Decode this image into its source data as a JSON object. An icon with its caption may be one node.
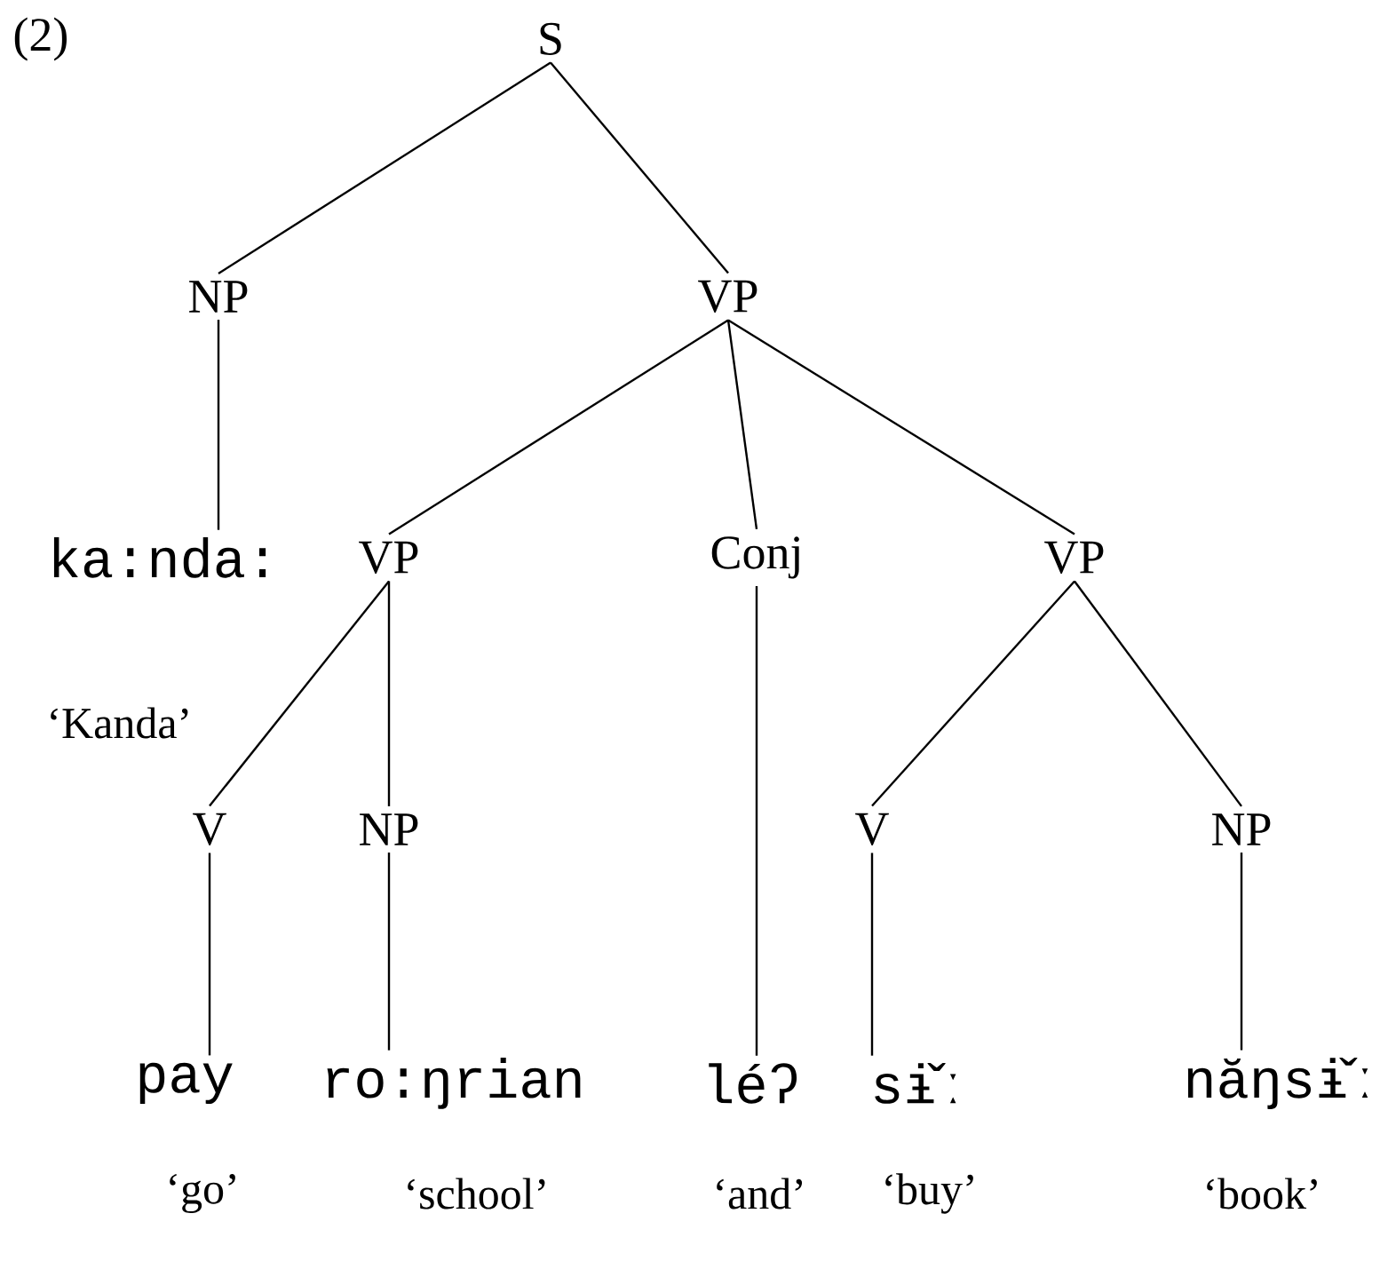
{
  "diagram": {
    "nodes": [
      {
        "text": [
          "S"
        ]
      },
      {
        "text": [
          "NP"
        ]
      },
      {
        "text": [
          "VP"
        ]
      },
      {
        "text": [
          "ka:nda:"
        ]
      },
      {
        "text": [
          "VP"
        ]
      },
      {
        "text": [
          "Conj"
        ]
      },
      {
        "text": [
          "VP"
        ]
      },
      {
        "text": [
          "V"
        ]
      },
      {
        "text": [
          "NP"
        ]
      },
      {
        "text": [
          "V"
        ]
      },
      {
        "text": [
          "NP"
        ]
      },
      {
        "text": [
          "pay"
        ],
        "beside": [
          "‘go’"
        ]
      },
      {
        "text": [
          "ro:ŋrian"
        ],
        "beside": [
          "‘school’"
        ]
      },
      {
        "text": [
          "léʔ"
        ],
        "beside": [
          "‘and’"
        ]
      },
      {
        "text": [
          "sɨ̌ː"
        ],
        "beside": [
          "‘buy’"
        ]
      },
      {
        "text": [
          "năŋsɨ̌ː"
        ],
        "beside": [
          "‘book’"
        ]
      }
    ],
    "edges": [
      {
        "from": 0,
        "to": 1,
        "arrow": "none"
      },
      {
        "from": 0,
        "to": 2,
        "arrow": "none"
      },
      {
        "from": 1,
        "to": 3,
        "arrow": "none"
      },
      {
        "from": 2,
        "to": 4,
        "arrow": "none"
      },
      {
        "from": 2,
        "to": 5,
        "arrow": "none"
      },
      {
        "from": 2,
        "to": 6,
        "arrow": "none"
      },
      {
        "from": 4,
        "to": 7,
        "arrow": "none"
      },
      {
        "from": 4,
        "to": 8,
        "arrow": "none"
      },
      {
        "from": 6,
        "to": 9,
        "arrow": "none"
      },
      {
        "from": 6,
        "to": 10,
        "arrow": "none"
      },
      {
        "from": 7,
        "to": 11,
        "arrow": "none"
      },
      {
        "from": 8,
        "to": 12,
        "arrow": "none"
      },
      {
        "from": 5,
        "to": 13,
        "arrow": "none"
      },
      {
        "from": 9,
        "to": 14,
        "arrow": "none"
      },
      {
        "from": 10,
        "to": 15,
        "arrow": "none"
      }
    ],
    "labels": [
      "(2)",
      "‘Kanda’"
    ]
  }
}
